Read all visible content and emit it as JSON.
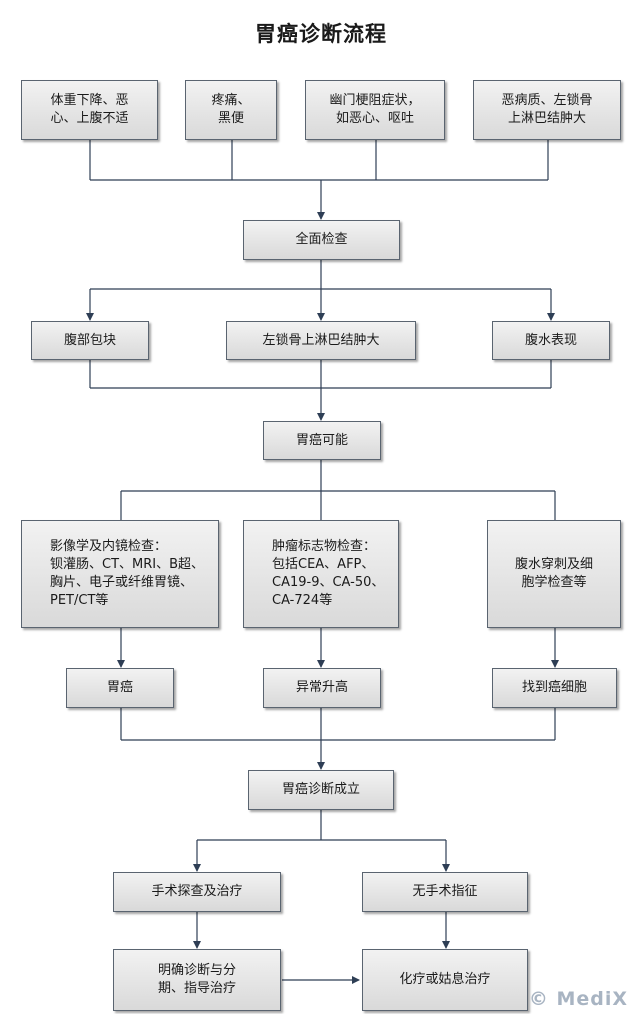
{
  "title": "胃癌诊断流程",
  "nodes": {
    "symptom_weight": "体重下降、恶\n心、上腹不适",
    "symptom_pain": "疼痛、\n黑便",
    "symptom_obstruction": "幽门梗阻症状，\n如恶心、呕吐",
    "symptom_cachexia": "恶病质、左锁骨\n上淋巴结肿大",
    "full_exam": "全面检查",
    "abdominal_mass": "腹部包块",
    "lymph_node": "左锁骨上淋巴结肿大",
    "ascites": "腹水表现",
    "possible_cancer": "胃癌可能",
    "imaging": "影像学及内镜检查：\n钡灌肠、CT、MRI、B超、\n胸片、电子或纤维胃镜、\nPET/CT等",
    "tumor_markers": "肿瘤标志物检查：\n包括CEA、AFP、\nCA19-9、CA-50、\nCA-724等",
    "cytology": "腹水穿刺及细\n胞学检查等",
    "result_cancer": "胃癌",
    "result_abnormal": "异常升高",
    "result_cells": "找到癌细胞",
    "diagnosis": "胃癌诊断成立",
    "surgery": "手术探查及治疗",
    "no_surgery": "无手术指征",
    "staging": "明确诊断与分\n期、指导治疗",
    "chemo": "化疗或姑息治疗"
  },
  "watermark": "© MediX",
  "colors": {
    "line": "#2e3e55",
    "box_border": "#5a6470"
  }
}
